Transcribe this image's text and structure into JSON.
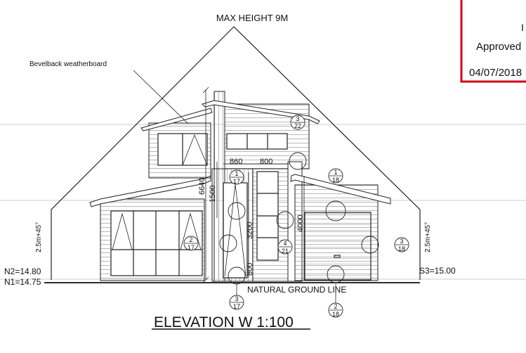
{
  "stamp": {
    "line1": "I",
    "line2": "Approved",
    "date": "04/07/2018"
  },
  "labels": {
    "max_height": "MAX HEIGHT 9M",
    "material": "Bevelback weatherboard",
    "height_plane_left": "2.5m+45°",
    "height_plane_right": "2.5m+45°",
    "n2": "N2=14.80",
    "n1": "N1=14.75",
    "s3": "S3=15.00",
    "ground_line": "NATURAL GROUND LINE",
    "title": "ELEVATION W 1:100"
  },
  "dimensions": {
    "d6640": "6640",
    "d1500": "1500",
    "d860": "860",
    "d800": "800",
    "d3200": "3200",
    "d4000": "4000",
    "d800b": "800"
  },
  "callouts": [
    {
      "id": "callout-3-22",
      "top": "3",
      "bottom": "22"
    },
    {
      "id": "callout-1-18",
      "top": "1",
      "bottom": "18"
    },
    {
      "id": "callout-1-17",
      "top": "1",
      "bottom": "17"
    },
    {
      "id": "callout-2-17",
      "top": "2",
      "bottom": "17"
    },
    {
      "id": "callout-4-21",
      "top": "4",
      "bottom": "21"
    },
    {
      "id": "callout-3-18",
      "top": "3",
      "bottom": "18"
    },
    {
      "id": "callout-3-17",
      "top": "3",
      "bottom": "17"
    },
    {
      "id": "callout-2-18",
      "top": "2",
      "bottom": "18"
    }
  ],
  "colors": {
    "ink": "#111111",
    "stamp": "#d0021b"
  }
}
